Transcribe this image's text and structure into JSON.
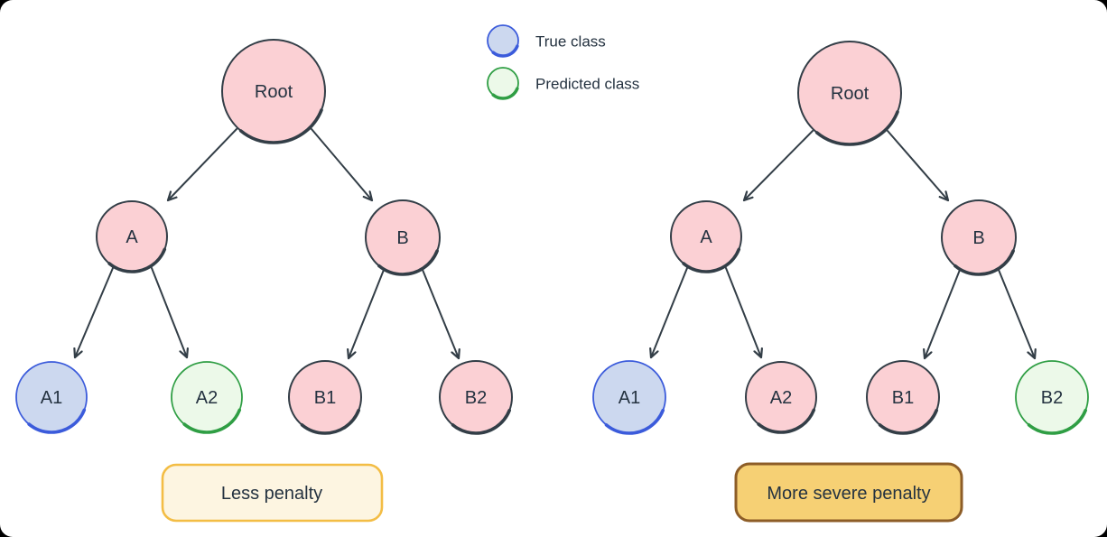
{
  "legend": {
    "items": [
      {
        "id": "true-class",
        "label": "True class",
        "type": "true"
      },
      {
        "id": "predicted-class",
        "label": "Predicted class",
        "type": "predicted"
      }
    ]
  },
  "colors": {
    "node_fill_pink": "#fbd0d4",
    "node_stroke_dark": "#333e47",
    "true_fill": "#ccd8ef",
    "true_stroke": "#3b5bdb",
    "predicted_fill": "#ecf9e9",
    "predicted_stroke": "#2f9e44",
    "caption_light_fill": "#fdf5e1",
    "caption_light_border": "#f3bd45",
    "caption_strong_fill": "#f6d074",
    "caption_strong_border": "#8d5d27",
    "text": "#243240",
    "canvas_bg": "#ffffff",
    "outer_bg": "#000000"
  },
  "trees": [
    {
      "name": "less-penalty-tree",
      "caption": "Less penalty",
      "caption_style": "light",
      "nodes": [
        {
          "id": "root",
          "label": "Root",
          "type": "default"
        },
        {
          "id": "a",
          "label": "A",
          "type": "default"
        },
        {
          "id": "b",
          "label": "B",
          "type": "default"
        },
        {
          "id": "a1",
          "label": "A1",
          "type": "true"
        },
        {
          "id": "a2",
          "label": "A2",
          "type": "predicted"
        },
        {
          "id": "b1",
          "label": "B1",
          "type": "default"
        },
        {
          "id": "b2",
          "label": "B2",
          "type": "default"
        }
      ],
      "edges": [
        [
          "root",
          "a"
        ],
        [
          "root",
          "b"
        ],
        [
          "a",
          "a1"
        ],
        [
          "a",
          "a2"
        ],
        [
          "b",
          "b1"
        ],
        [
          "b",
          "b2"
        ]
      ]
    },
    {
      "name": "more-severe-penalty-tree",
      "caption": "More severe penalty",
      "caption_style": "strong",
      "nodes": [
        {
          "id": "root",
          "label": "Root",
          "type": "default"
        },
        {
          "id": "a",
          "label": "A",
          "type": "default"
        },
        {
          "id": "b",
          "label": "B",
          "type": "default"
        },
        {
          "id": "a1",
          "label": "A1",
          "type": "true"
        },
        {
          "id": "a2",
          "label": "A2",
          "type": "default"
        },
        {
          "id": "b1",
          "label": "B1",
          "type": "default"
        },
        {
          "id": "b2",
          "label": "B2",
          "type": "predicted"
        }
      ],
      "edges": [
        [
          "root",
          "a"
        ],
        [
          "root",
          "b"
        ],
        [
          "a",
          "a1"
        ],
        [
          "a",
          "a2"
        ],
        [
          "b",
          "b1"
        ],
        [
          "b",
          "b2"
        ]
      ]
    }
  ]
}
